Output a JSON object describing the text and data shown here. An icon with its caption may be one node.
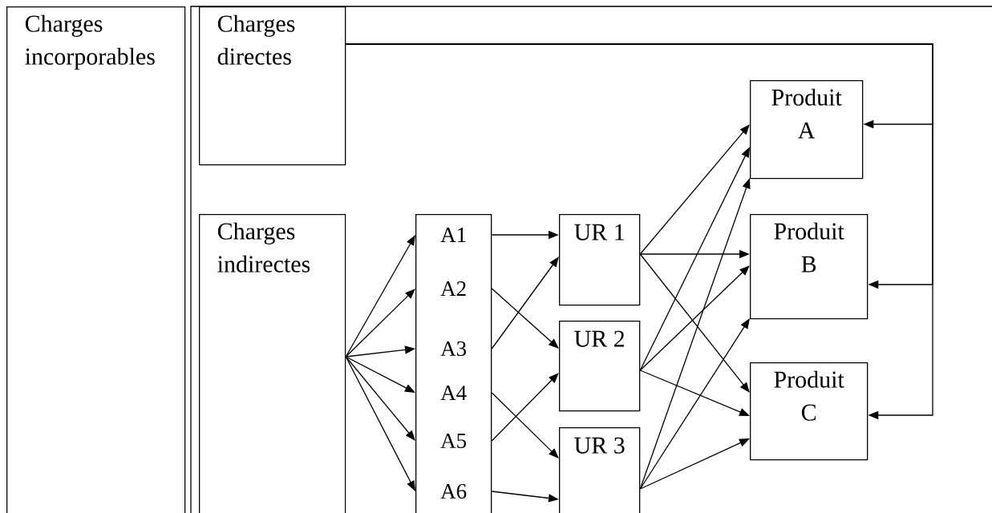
{
  "diagram": {
    "nodes": [
      {
        "text": [
          "Charges incorporables"
        ]
      },
      {
        "text": [
          "Charges directes"
        ]
      },
      {
        "text": [
          "Charges indirectes"
        ]
      },
      {
        "text": [],
        "shape": "box"
      },
      {
        "text": [
          "A1"
        ],
        "in": 3
      },
      {
        "text": [
          "A2"
        ],
        "in": 3
      },
      {
        "text": [
          "A3"
        ],
        "in": 3
      },
      {
        "text": [
          "A4"
        ],
        "in": 3
      },
      {
        "text": [
          "A5"
        ],
        "in": 3
      },
      {
        "text": [
          "A6"
        ],
        "in": 3
      },
      {
        "text": [
          "UR 1"
        ]
      },
      {
        "text": [
          "UR 2"
        ]
      },
      {
        "text": [
          "UR 3"
        ]
      },
      {
        "text": [
          "Produit A"
        ]
      },
      {
        "text": [
          "Produit B"
        ]
      },
      {
        "text": [
          "Produit C"
        ]
      }
    ],
    "edges": [
      {
        "from": 2,
        "to": 4,
        "arrow": "to"
      },
      {
        "from": 2,
        "to": 5,
        "arrow": "to"
      },
      {
        "from": 2,
        "to": 6,
        "arrow": "to"
      },
      {
        "from": 2,
        "to": 7,
        "arrow": "to"
      },
      {
        "from": 2,
        "to": 8,
        "arrow": "to"
      },
      {
        "from": 2,
        "to": 9,
        "arrow": "to"
      },
      {
        "from": 4,
        "to": 10,
        "arrow": "to"
      },
      {
        "from": 5,
        "to": 11,
        "arrow": "to"
      },
      {
        "from": 6,
        "to": 10,
        "arrow": "to"
      },
      {
        "from": 7,
        "to": 12,
        "arrow": "to"
      },
      {
        "from": 8,
        "to": 11,
        "arrow": "to"
      },
      {
        "from": 9,
        "to": 12,
        "arrow": "to"
      },
      {
        "from": 10,
        "to": 13,
        "arrow": "to"
      },
      {
        "from": 10,
        "to": 14,
        "arrow": "to"
      },
      {
        "from": 10,
        "to": 15,
        "arrow": "to"
      },
      {
        "from": 11,
        "to": 13,
        "arrow": "to"
      },
      {
        "from": 11,
        "to": 14,
        "arrow": "to"
      },
      {
        "from": 11,
        "to": 15,
        "arrow": "to"
      },
      {
        "from": 12,
        "to": 13,
        "arrow": "to"
      },
      {
        "from": 12,
        "to": 14,
        "arrow": "to"
      },
      {
        "from": 12,
        "to": 15,
        "arrow": "to"
      },
      {
        "from": 1,
        "to": 13,
        "arrow": "to"
      },
      {
        "from": 1,
        "to": 14,
        "arrow": "to"
      },
      {
        "from": 1,
        "to": 15,
        "arrow": "to"
      }
    ]
  }
}
